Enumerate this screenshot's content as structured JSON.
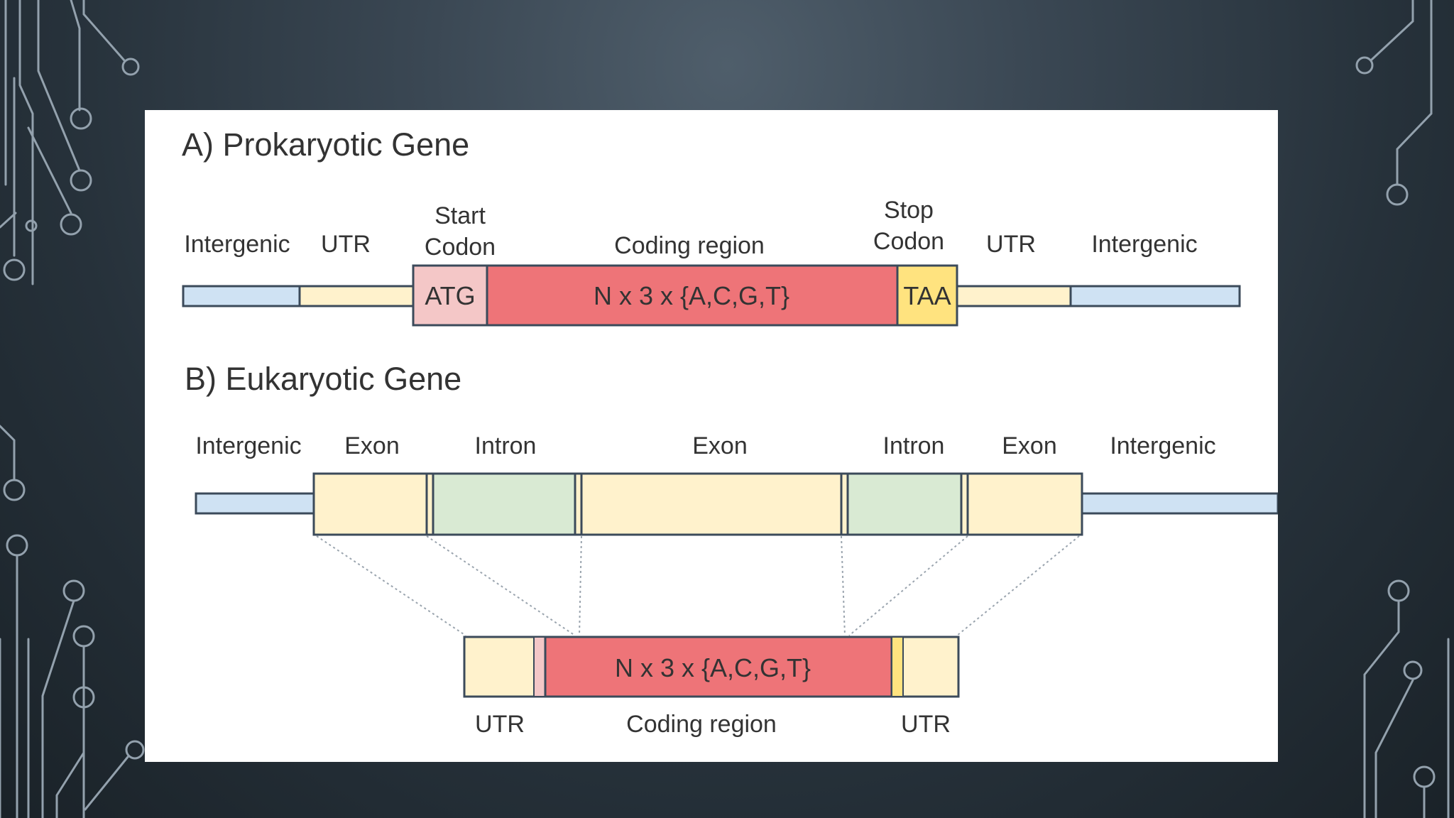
{
  "colors": {
    "intergenic": "#cfe2f3",
    "utr": "#fff2cc",
    "start_codon": "#f4c7c7",
    "coding": "#ee7478",
    "stop_codon": "#ffe37f",
    "exon": "#fff2cc",
    "intron": "#d9ead3",
    "outline": "#3b4a5a",
    "circuit": "#93a1ad"
  },
  "prokaryotic": {
    "title": "A) Prokaryotic Gene",
    "labels": {
      "intergenic_left": "Intergenic",
      "utr_left": "UTR",
      "start_line1": "Start",
      "start_line2": "Codon",
      "coding_region": "Coding region",
      "stop_line1": "Stop",
      "stop_line2": "Codon",
      "utr_right": "UTR",
      "intergenic_right": "Intergenic"
    },
    "start_codon_seq": "ATG",
    "coding_seq": "N x 3 x {A,C,G,T}",
    "stop_codon_seq": "TAA"
  },
  "eukaryotic": {
    "title": "B) Eukaryotic Gene",
    "labels": {
      "intergenic_left": "Intergenic",
      "exon_1": "Exon",
      "intron_1": "Intron",
      "exon_2": "Exon",
      "intron_2": "Intron",
      "exon_3": "Exon",
      "intergenic_right": "Intergenic"
    },
    "mrna": {
      "coding_seq": "N x 3 x {A,C,G,T}",
      "utr_left": "UTR",
      "coding_region": "Coding region",
      "utr_right": "UTR"
    }
  }
}
